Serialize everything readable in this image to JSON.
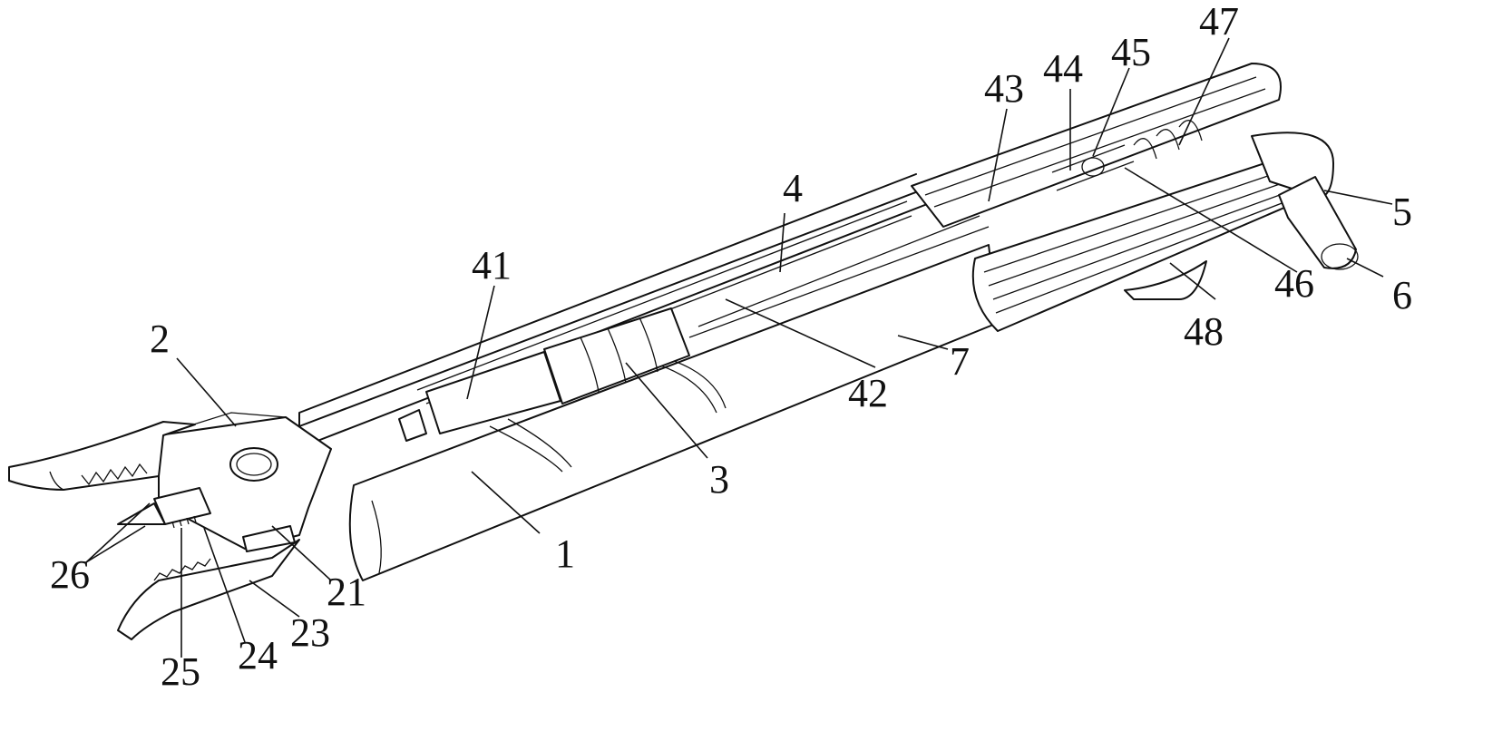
{
  "figure": {
    "background": "#ffffff",
    "line_color": "#111111",
    "labels": {
      "l1": "1",
      "l2": "2",
      "l3": "3",
      "l4": "4",
      "l5": "5",
      "l6": "6",
      "l7": "7",
      "l21": "21",
      "l23": "23",
      "l24": "24",
      "l25": "25",
      "l26": "26",
      "l41": "41",
      "l42": "42",
      "l43": "43",
      "l44": "44",
      "l45": "45",
      "l46": "46",
      "l47": "47",
      "l48": "48"
    }
  }
}
